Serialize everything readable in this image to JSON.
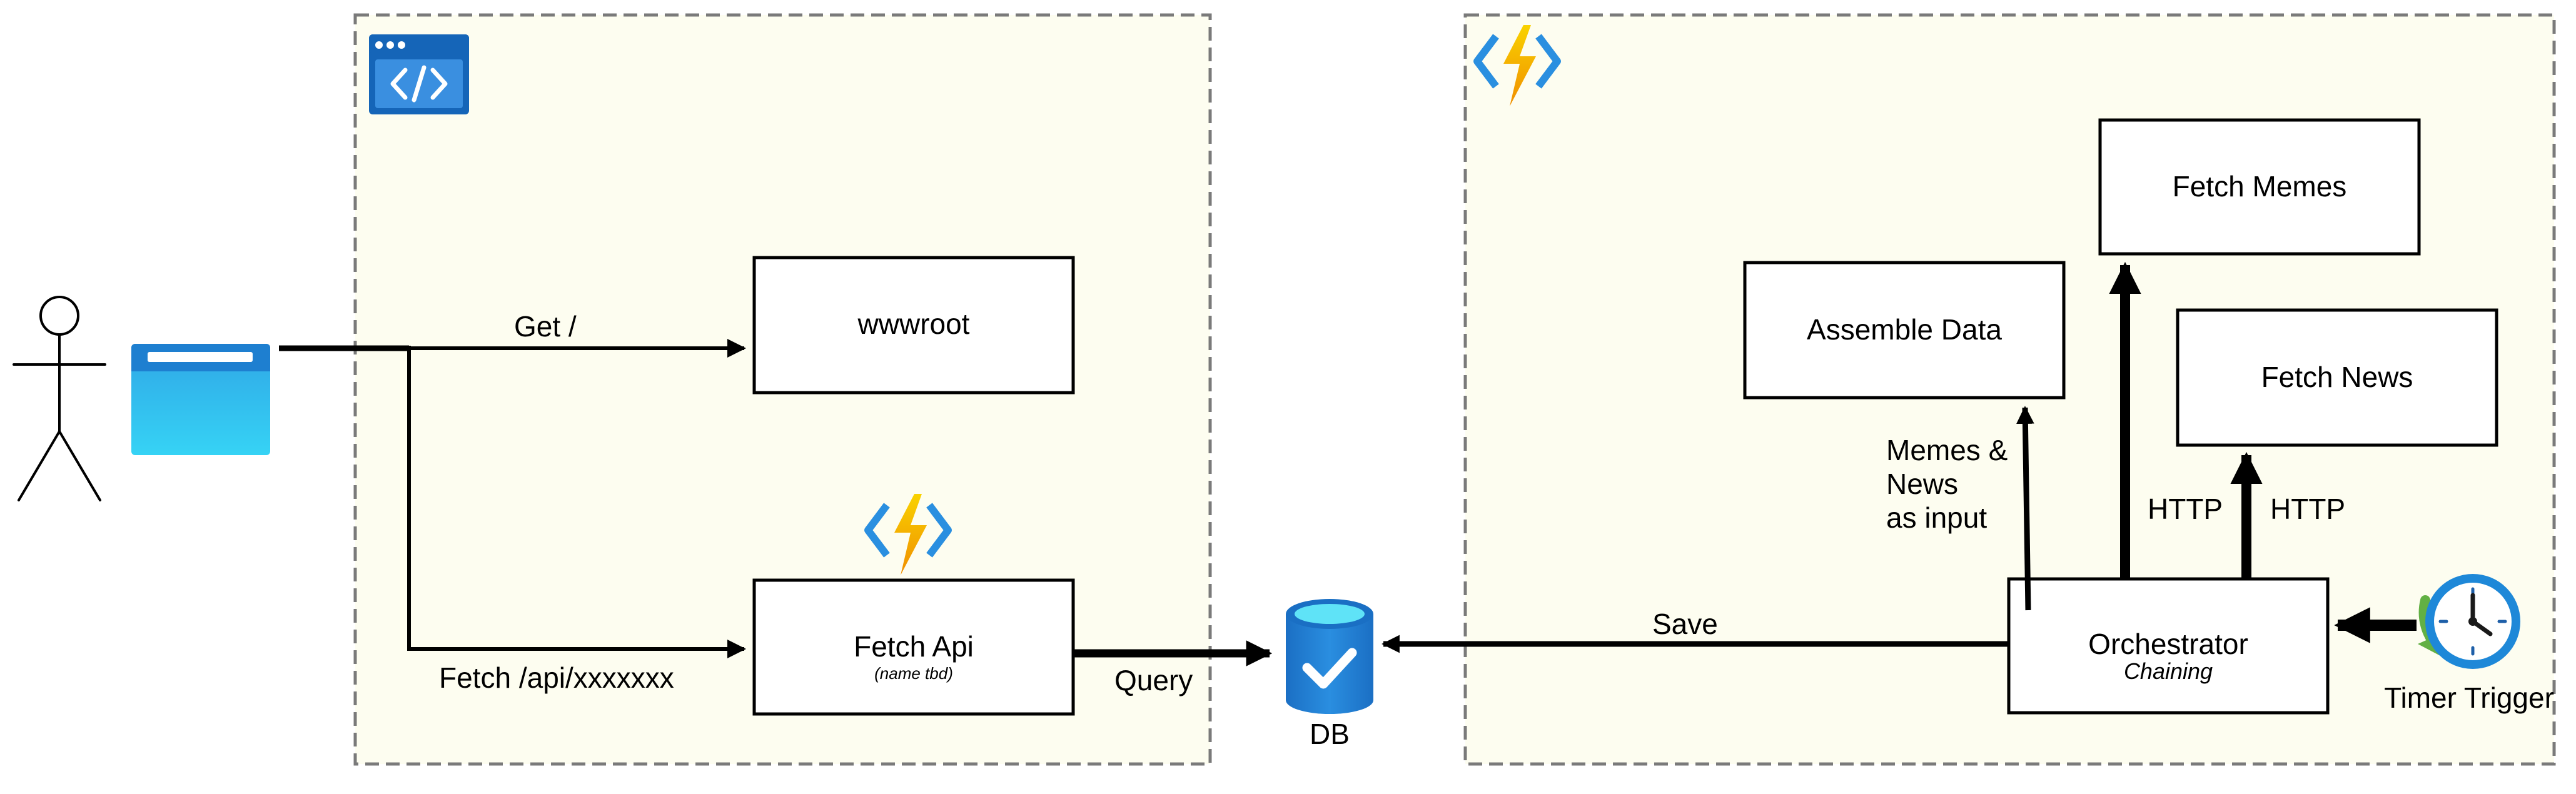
{
  "boxes": {
    "wwwroot": "wwwroot",
    "fetch_api": "Fetch Api",
    "fetch_api_sub": "(name tbd)",
    "assemble_data": "Assemble Data",
    "fetch_memes": "Fetch Memes",
    "fetch_news": "Fetch News",
    "orchestrator": "Orchestrator",
    "orchestrator_sub": "Chaining"
  },
  "edges": {
    "get": "Get /",
    "fetch_api_call": "Fetch /api/xxxxxxx",
    "query": "Query",
    "save": "Save",
    "memes_news_line1": "Memes &",
    "memes_news_line2": "News",
    "memes_news_line3": "as input",
    "http_memes": "HTTP",
    "http_news": "HTTP"
  },
  "nodes": {
    "db": "DB",
    "timer_trigger": "Timer Trigger"
  },
  "icons": {
    "user": "stick-figure-icon",
    "browser": "browser-window-icon",
    "web_app": "web-app-code-icon",
    "function_app": "azure-function-icon",
    "database": "database-check-icon",
    "timer": "clock-icon"
  },
  "colors": {
    "container_fill": "#fdfdf0",
    "container_border": "#7a7a7a",
    "azure_blue": "#1e88d8",
    "azure_cyan": "#3cc8ef",
    "bolt_yellow": "#f7c600",
    "bolt_orange": "#f29a00",
    "clock_green": "#62b044"
  }
}
